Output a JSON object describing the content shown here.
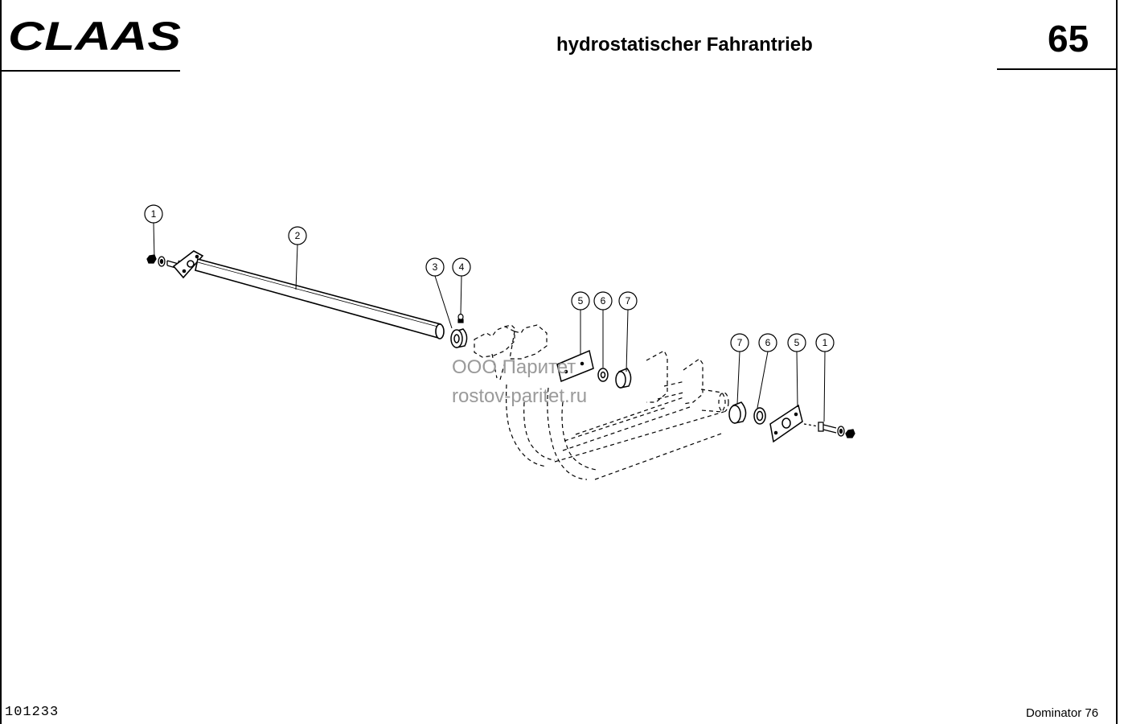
{
  "header": {
    "logo": "CLAAS",
    "title": "hydrostatischer Fahrantrieb",
    "page_number": "65"
  },
  "footer": {
    "drawing_number": "101233",
    "model": "Dominator 76"
  },
  "watermark": {
    "line1": "ООО Паритет",
    "line2": "rostov-paritet.ru"
  },
  "callouts": [
    "1",
    "2",
    "3",
    "4",
    "5",
    "6",
    "7",
    "7",
    "6",
    "5",
    "1"
  ]
}
